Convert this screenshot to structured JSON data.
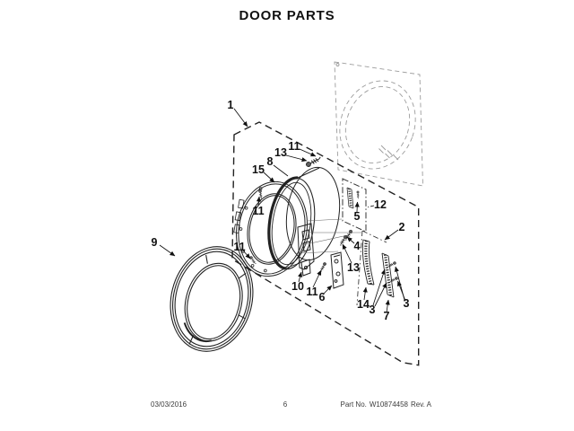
{
  "title": "DOOR PARTS",
  "diagram": {
    "callouts": [
      "1",
      "13",
      "11",
      "8",
      "15",
      "11",
      "11",
      "9",
      "12",
      "5",
      "2",
      "4",
      "13",
      "10",
      "11",
      "6",
      "14",
      "3",
      "7",
      "3"
    ]
  },
  "footer": {
    "date": "03/03/2016",
    "page": "6",
    "part_label": "Part No.",
    "part_number": "W10874458",
    "revision": "Rev. A"
  }
}
